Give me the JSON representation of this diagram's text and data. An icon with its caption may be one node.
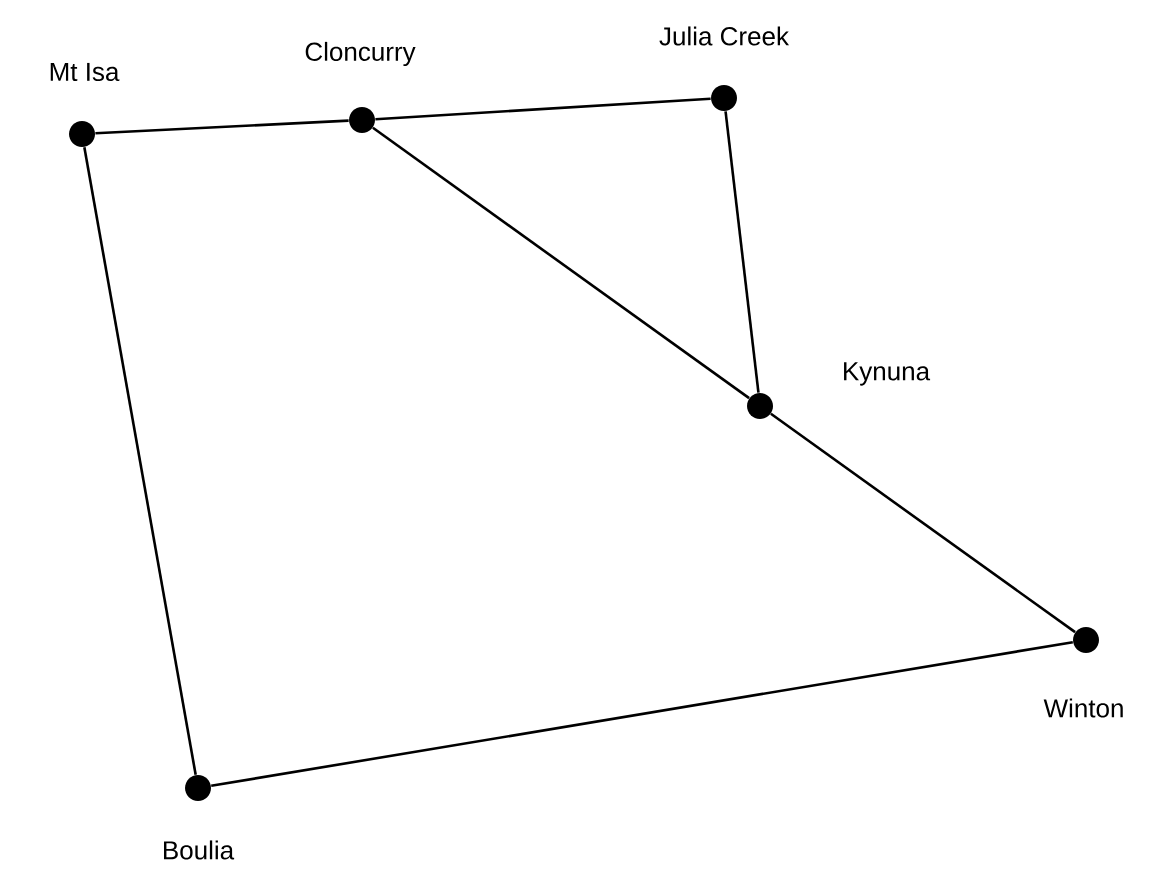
{
  "diagram": {
    "nodes": [
      {
        "text": [],
        "shape": "circle",
        "beside": [
          "Mt Isa"
        ]
      },
      {
        "text": [],
        "shape": "circle",
        "beside": [
          "Cloncurry"
        ]
      },
      {
        "text": [],
        "shape": "circle",
        "beside": [
          "Julia Creek"
        ]
      },
      {
        "text": [],
        "shape": "circle",
        "beside": [
          "Kynuna"
        ]
      },
      {
        "text": [],
        "shape": "circle",
        "beside": [
          "Winton"
        ]
      },
      {
        "text": [],
        "shape": "circle",
        "beside": [
          "Boulia"
        ]
      }
    ],
    "edges": [
      {
        "from": 0,
        "to": 1,
        "arrow": "none"
      },
      {
        "from": 1,
        "to": 2,
        "arrow": "none"
      },
      {
        "from": 2,
        "to": 3,
        "arrow": "none"
      },
      {
        "from": 1,
        "to": 3,
        "arrow": "none"
      },
      {
        "from": 3,
        "to": 4,
        "arrow": "none"
      },
      {
        "from": 0,
        "to": 5,
        "arrow": "none"
      },
      {
        "from": 5,
        "to": 4,
        "arrow": "none"
      }
    ]
  }
}
